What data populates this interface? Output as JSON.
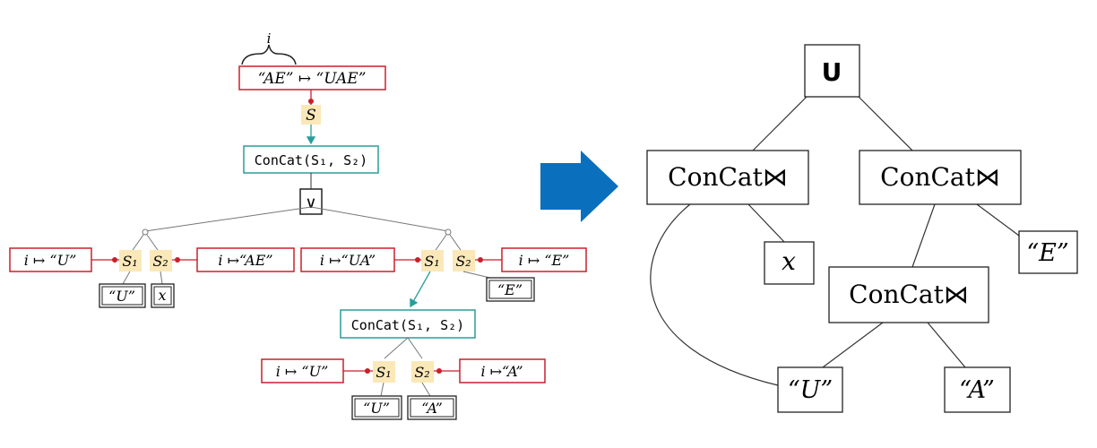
{
  "left_diagram": {
    "brace_label": "i",
    "root_spec": "“AE” ↦ “UAE”",
    "root_var": "S",
    "concat_top": "ConCat(S₁, S₂)",
    "or_symbol": "∨",
    "left_branch": {
      "spec_s1": "i ↦ “U”",
      "var_s1": "S₁",
      "var_s2": "S₂",
      "spec_s2": "i ↦“AE”",
      "leaf_s1": "“U”",
      "leaf_s2": "x"
    },
    "right_branch": {
      "spec_s1": "i ↦“UA”",
      "var_s1": "S₁",
      "var_s2": "S₂",
      "spec_s2": "i ↦ “E”",
      "leaf_s2": "“E”",
      "concat_inner": "ConCat(S₁, S₂)",
      "inner": {
        "spec_s1": "i ↦ “U”",
        "var_s1": "S₁",
        "var_s2": "S₂",
        "spec_s2": "i ↦“A”",
        "leaf_s1": "“U”",
        "leaf_s2": "“A”"
      }
    }
  },
  "arrow": {
    "color": "#0a6fbd"
  },
  "right_diagram": {
    "root": "U",
    "concat_left": "ConCat⋈",
    "concat_right": "ConCat⋈",
    "concat_mid": "ConCat⋈",
    "leaf_x": "x",
    "leaf_E": "“E”",
    "leaf_U": "“U”",
    "leaf_A": "“A”"
  },
  "colors": {
    "spec_border": "#c8202a",
    "concat_border": "#2a9d9a",
    "var_highlight": "#fbe8b8",
    "edge": "#555555"
  }
}
